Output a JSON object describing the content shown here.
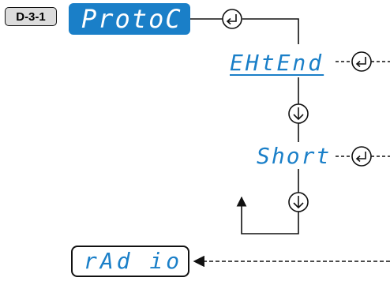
{
  "badge": "D-3-1",
  "menu": {
    "active_item": "ProtoC",
    "options": [
      "EHtEnd",
      "Short"
    ],
    "next_item": "rAd io"
  },
  "icons": {
    "enter": "enter-key-icon",
    "down": "down-key-icon"
  },
  "colors": {
    "accent": "#1a7fc8",
    "line": "#111111"
  }
}
